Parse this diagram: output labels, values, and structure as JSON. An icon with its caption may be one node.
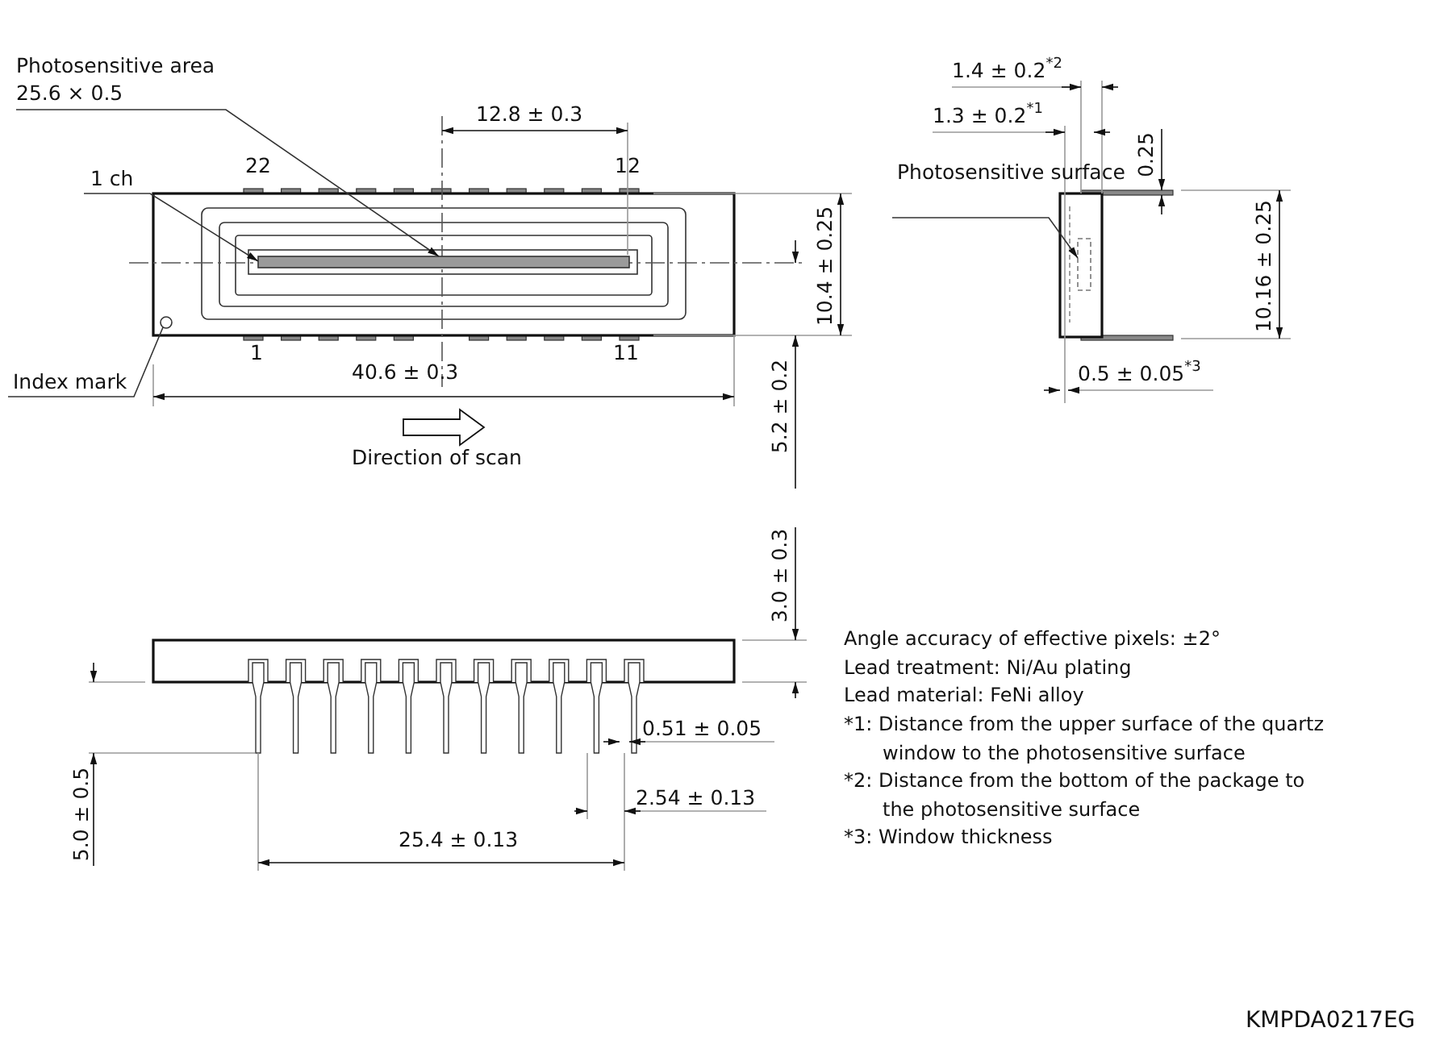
{
  "diagram": {
    "nodes": [
      {
        "text": [
          "Photosensitive area",
          "25.6 × 0.5"
        ]
      },
      {
        "text": [
          "1 ch"
        ]
      },
      {
        "text": [
          "Index mark"
        ]
      },
      {
        "text": [
          "Photosensitive surface"
        ]
      },
      {
        "text": [],
        "shape": "bar"
      },
      {
        "text": [],
        "shape": "circle"
      },
      {
        "text": [],
        "shape": "box"
      }
    ],
    "edges": [
      {
        "from": 0,
        "to": 4,
        "arrow": "to"
      },
      {
        "from": 1,
        "to": 4,
        "arrow": "to"
      },
      {
        "from": 2,
        "to": 5,
        "arrow": "none"
      },
      {
        "from": 3,
        "to": 6,
        "arrow": "to"
      }
    ],
    "labels": [
      "12.8 ± 0.3",
      "22",
      "12",
      "1",
      "11",
      "40.6 ± 0.3",
      "10.4 ± 0.25",
      "5.2 ± 0.2",
      "Direction of scan",
      "1.4 ± 0.2$^{*2}$",
      "1.3 ± 0.2$^{*1}$",
      "0.25",
      "10.16 ± 0.25",
      "0.5 ± 0.05$^{*3}$",
      "3.0 ± 0.3",
      "0.51 ± 0.05",
      "5.0 ± 0.5",
      "2.54 ± 0.13",
      "25.4 ± 0.13",
      "Angle accuracy of effective pixels: ±2°",
      "Lead treatment: Ni/Au plating",
      "Lead material: FeNi alloy",
      "*1: Distance from the upper surface of the quartz window to the photosensitive surface",
      "*2: Distance from the bottom of the package to the photosensitive surface",
      "*3: Window thickness",
      "KMPDA0217EG"
    ]
  }
}
